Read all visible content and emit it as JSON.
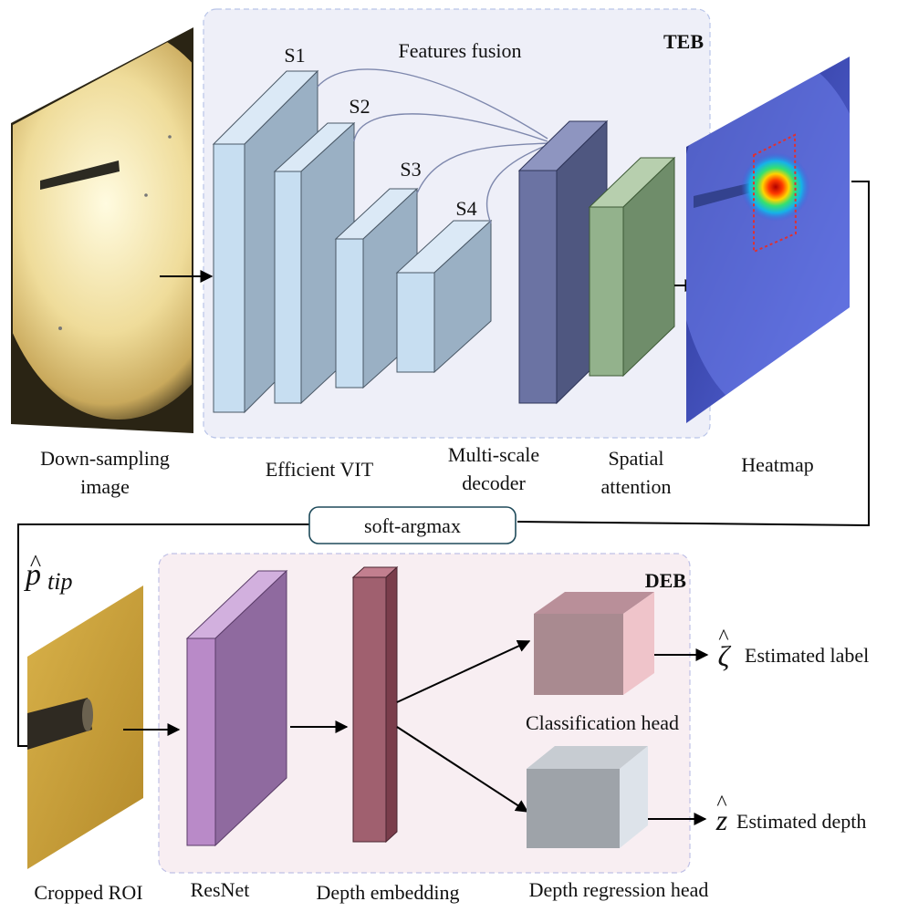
{
  "teb": {
    "title": "TEB",
    "fusion_label": "Features fusion",
    "stage_labels": [
      "S1",
      "S2",
      "S3",
      "S4"
    ],
    "input_label_line1": "Down-sampling",
    "input_label_line2": "image",
    "encoder_label": "Efficient VIT",
    "decoder_label_line1": "Multi-scale",
    "decoder_label_line2": "decoder",
    "attention_label_line1": "Spatial",
    "attention_label_line2": "attention",
    "heatmap_label": "Heatmap"
  },
  "connector": {
    "soft_argmax_label": "soft-argmax",
    "tip_symbol_base": "p",
    "tip_symbol_sub": "tip"
  },
  "deb": {
    "title": "DEB",
    "roi_label": "Cropped ROI",
    "resnet_label": "ResNet",
    "embedding_label": "Depth embedding",
    "classification_label": "Classification head",
    "regression_label": "Depth regression head",
    "zeta_symbol": "ζ",
    "z_symbol": "z",
    "hat_symbol": "^",
    "estimated_label": "Estimated label",
    "estimated_depth": "Estimated depth"
  },
  "colors": {
    "teb_panel": "#eeeff8",
    "deb_panel": "#f8eef2",
    "vit_blocks": "#c7def1",
    "decoder": "#6b73a3",
    "attention": "#93b28c",
    "resnet": "#b98ac8",
    "embedding": "#a0606f",
    "classification": "#c99ba3",
    "regression": "#b9bec5"
  }
}
